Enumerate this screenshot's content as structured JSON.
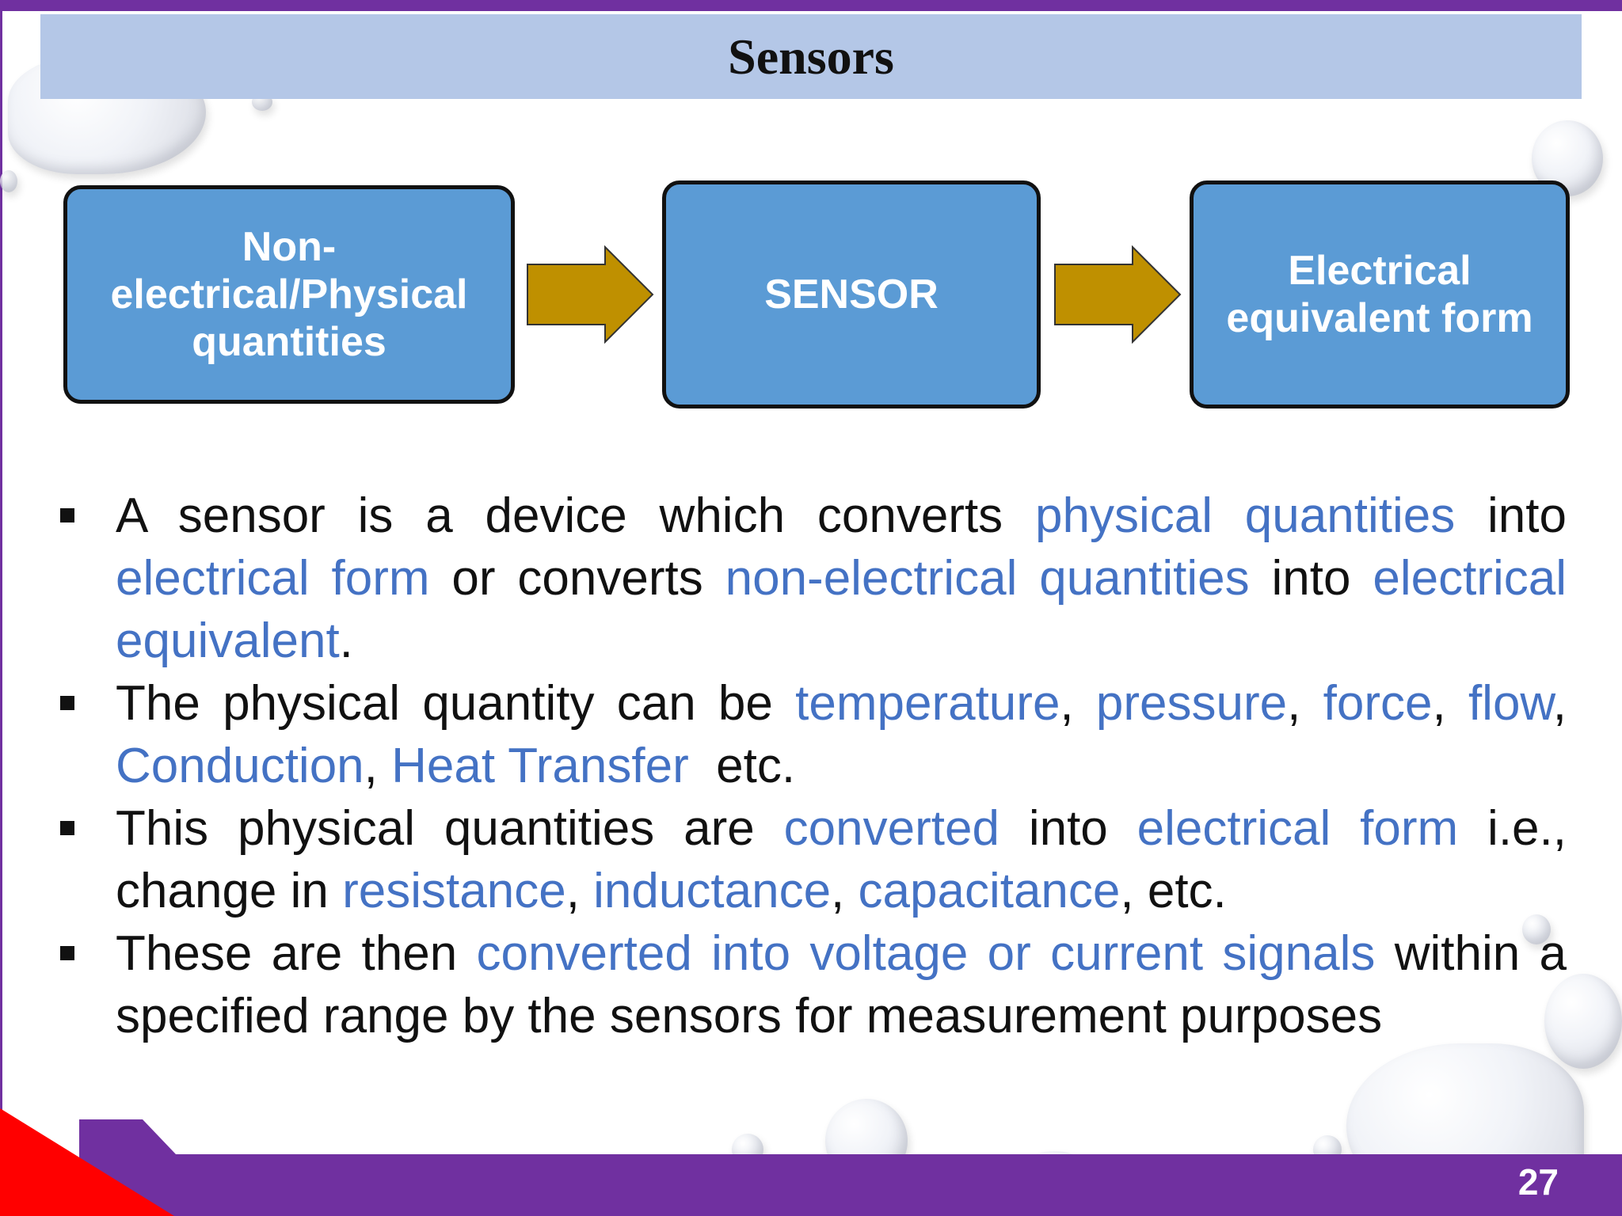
{
  "slide": {
    "title": "Sensors",
    "page_number": "27"
  },
  "flow": {
    "box1": "Non-electrical/Physical quantities",
    "box2": "SENSOR",
    "box3": "Electrical equivalent form",
    "arrow_color": "#bf9000",
    "box_color": "#5b9bd5"
  },
  "bullets": [
    {
      "segments": [
        {
          "t": "A sensor is a device which converts "
        },
        {
          "t": "physical quantities",
          "hl": true
        },
        {
          "t": " into "
        },
        {
          "t": "electrical form",
          "hl": true
        },
        {
          "t": " or converts "
        },
        {
          "t": "non-electrical quantities",
          "hl": true
        },
        {
          "t": " into "
        },
        {
          "t": "electrical equivalent",
          "hl": true
        },
        {
          "t": "."
        }
      ]
    },
    {
      "segments": [
        {
          "t": "The physical quantity can be "
        },
        {
          "t": "temperature",
          "hl": true
        },
        {
          "t": ", "
        },
        {
          "t": "pressure",
          "hl": true
        },
        {
          "t": ", "
        },
        {
          "t": "force",
          "hl": true
        },
        {
          "t": ", "
        },
        {
          "t": "flow",
          "hl": true
        },
        {
          "t": ", "
        },
        {
          "t": "Conduction",
          "hl": true
        },
        {
          "t": ", "
        },
        {
          "t": "Heat Transfer",
          "hl": true
        },
        {
          "t": "  etc."
        }
      ]
    },
    {
      "segments": [
        {
          "t": "This physical quantities are "
        },
        {
          "t": "converted",
          "hl": true
        },
        {
          "t": " into "
        },
        {
          "t": "electrical form",
          "hl": true
        },
        {
          "t": " i.e., change in "
        },
        {
          "t": "resistance",
          "hl": true
        },
        {
          "t": ", "
        },
        {
          "t": "inductance",
          "hl": true
        },
        {
          "t": ", "
        },
        {
          "t": "capacitance",
          "hl": true
        },
        {
          "t": ", etc."
        }
      ]
    },
    {
      "segments": [
        {
          "t": "These are then "
        },
        {
          "t": "converted into voltage or current signals",
          "hl": true
        },
        {
          "t": " within a specified range by the sensors for measurement purposes"
        }
      ]
    }
  ],
  "colors": {
    "accent_purple": "#7030a0",
    "accent_red": "#ff0000",
    "highlight_text": "#4472c4",
    "title_band": "#b4c7e7"
  }
}
